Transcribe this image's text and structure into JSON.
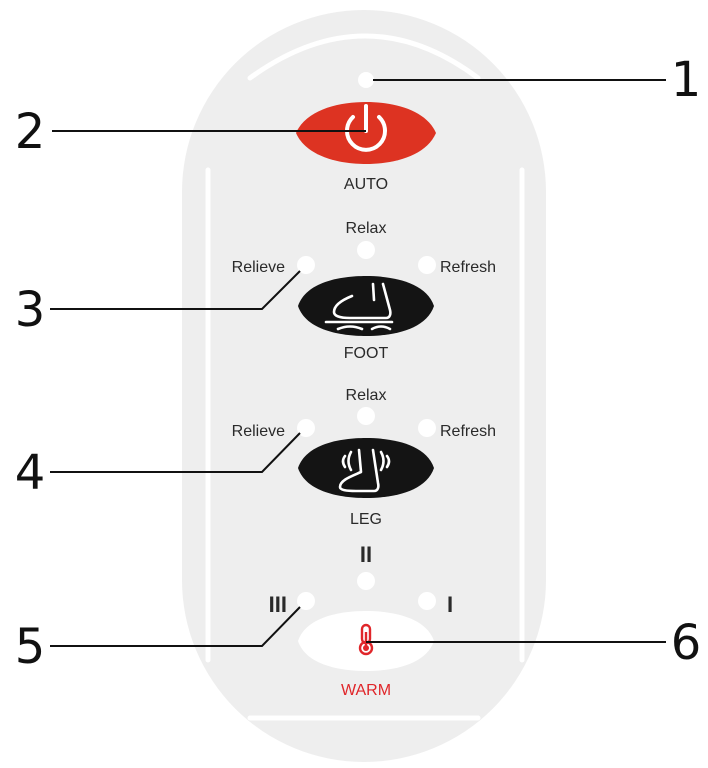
{
  "colors": {
    "panel": "#eeeeee",
    "panel_highlight": "#ffffff",
    "power_button": "#dd3322",
    "dark_button": "#141414",
    "warm_accent": "#e0262a",
    "indicator": "#ffffff",
    "callout_line": "#111111"
  },
  "callouts": [
    "1",
    "2",
    "3",
    "4",
    "5",
    "6"
  ],
  "auto": {
    "label": "AUTO",
    "icon": "power-icon"
  },
  "foot": {
    "label": "FOOT",
    "icon": "foot-massage-icon",
    "modes": {
      "top": "Relax",
      "left": "Relieve",
      "right": "Refresh"
    }
  },
  "leg": {
    "label": "LEG",
    "icon": "leg-massage-icon",
    "modes": {
      "top": "Relax",
      "left": "Relieve",
      "right": "Refresh"
    }
  },
  "warm": {
    "label": "WARM",
    "icon": "thermometer-icon",
    "levels": {
      "top": "II",
      "left": "III",
      "right": "I"
    }
  }
}
